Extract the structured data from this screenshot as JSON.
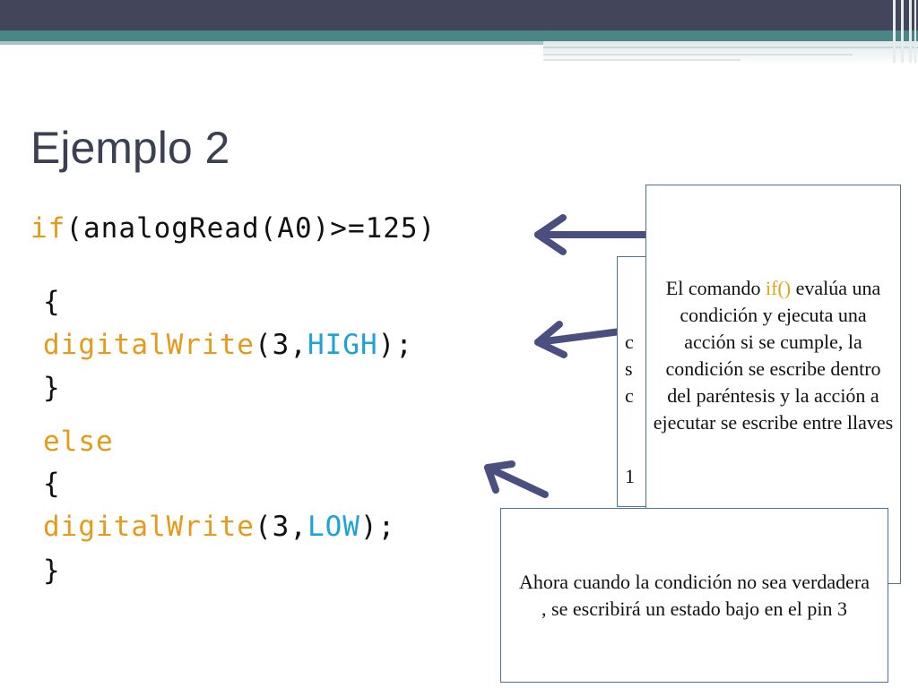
{
  "slide": {
    "title": "Ejemplo 2"
  },
  "code": {
    "if_keyword": "if",
    "if_condition": "(analogRead(A0)>=125)",
    "open_brace_1": "{",
    "dw1_func": "digitalWrite",
    "dw1_open": "(3,",
    "dw1_const": "HIGH",
    "dw1_close": ");",
    "close_brace_1": "}",
    "else_keyword": "else",
    "open_brace_2": "{",
    "dw2_func": "digitalWrite",
    "dw2_open": "(3,",
    "dw2_const": "LOW",
    "dw2_close": ");",
    "close_brace_2": "}"
  },
  "callouts": {
    "back_fragment": "c\ns\nc\n\n\n1",
    "front": {
      "before": "El comando ",
      "highlight": "if()",
      "after": " evalúa una condición y ejecuta una acción si se cumple, la condición se escribe dentro del paréntesis y la acción a ejecutar se escribe entre llaves"
    },
    "bottom": "Ahora cuando la condición no sea verdadera , se escribirá un estado bajo en el pin 3"
  },
  "colors": {
    "header_dark": "#43465a",
    "header_teal": "#4b8686",
    "title": "#3b4053",
    "keyword": "#e69a1a",
    "constant": "#1da4d6",
    "arrow": "#4a4f80",
    "callout_border": "#4a74a6"
  }
}
